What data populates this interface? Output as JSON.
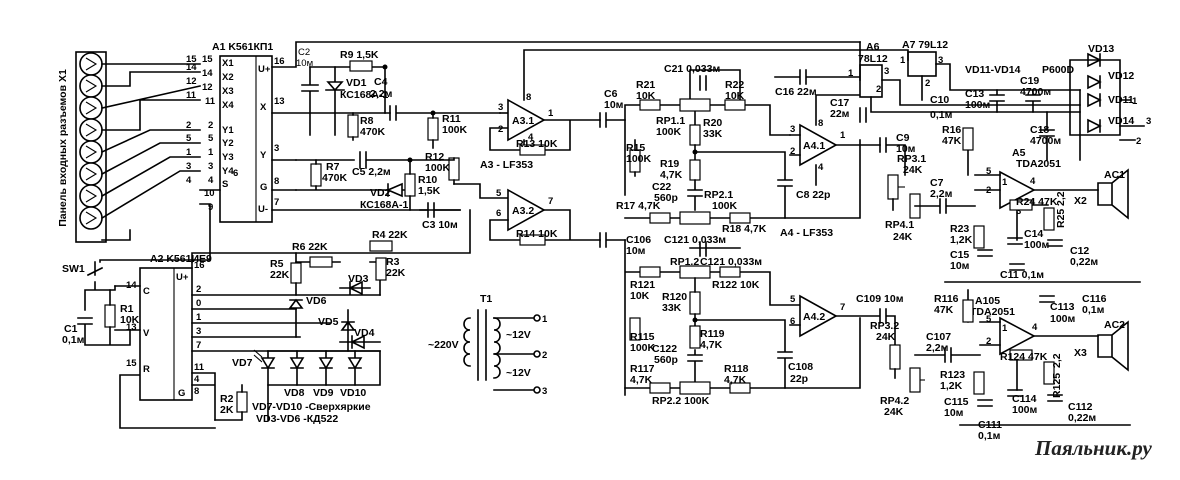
{
  "connector": {
    "title": "Панель входных разъемов X1",
    "pins": [
      "15",
      "14",
      "12",
      "11",
      "2",
      "5",
      "1",
      "3",
      "4"
    ]
  },
  "chips": {
    "a1": {
      "name": "A1 K561КП1",
      "pins_left": [
        "X1",
        "X2",
        "X3",
        "X4",
        "Y1",
        "Y2",
        "Y3",
        "Y4",
        "S"
      ],
      "pins_right": [
        "U+",
        "X",
        "Y",
        "G",
        "U-"
      ],
      "pin_nums_left": [
        "15",
        "14",
        "12",
        "11",
        "2",
        "5",
        "1",
        "3",
        "4",
        "10",
        "9"
      ],
      "pin_nums_right": [
        "16",
        "13",
        "3",
        "8",
        "7"
      ],
      "pin6": "6"
    },
    "a2": {
      "name": "A2 K561ИЕ9",
      "pins_left": [
        "C",
        "V",
        "R"
      ],
      "pins_right": [
        "U+",
        "G"
      ],
      "pin_nums_left": [
        "14",
        "13",
        "15"
      ],
      "pin_nums_right": [
        "16",
        "2",
        "0",
        "1",
        "3",
        "7",
        "11",
        "4",
        "8"
      ]
    },
    "a3": {
      "name": "A3 - LF353",
      "u1": "A3.1",
      "u2": "A3.2",
      "pins": [
        "3",
        "2",
        "8",
        "1",
        "4",
        "5",
        "6",
        "7"
      ]
    },
    "a4": {
      "name": "A4 - LF353",
      "u1": "A4.1",
      "u2": "A4.2",
      "pins": [
        "3",
        "2",
        "8",
        "1",
        "4",
        "5",
        "6",
        "7"
      ]
    },
    "a5": {
      "name": "A5",
      "part": "TDA2051",
      "pins": [
        "5",
        "2",
        "1",
        "4",
        "3"
      ]
    },
    "a105": {
      "name": "A105",
      "part": "TDA2051",
      "pins": [
        "5",
        "2",
        "1",
        "4",
        "3"
      ]
    },
    "a6": {
      "name": "A6",
      "part": "78L12",
      "pins": [
        "1",
        "2",
        "3"
      ]
    },
    "a7": {
      "name": "A7 79L12",
      "pins": [
        "1",
        "2",
        "3"
      ]
    }
  },
  "components": {
    "r9": "R9 1,5K",
    "vd1": "VD1",
    "vd1_part": "КС168А-1",
    "c2": "C2",
    "c2_val": "10м",
    "c4": "C4",
    "c4_val": "2,2м",
    "r8": "R8",
    "r8_val": "470K",
    "r11": "R11",
    "r11_val": "100K",
    "r7": "R7",
    "r7_val": "470K",
    "c5": "C5 2,2м",
    "r12": "R12",
    "r12_val": "100K",
    "r10": "R10",
    "r10_val": "1,5K",
    "vd2": "VD2",
    "vd2_part": "КС168А-1",
    "c3": "C3 10м",
    "r13": "R13 10K",
    "r14": "R14 10K",
    "c6": "C6",
    "c6_val": "10м",
    "c106": "C106",
    "c106_val": "10м",
    "c21": "C21 0,033м",
    "r21": "R21",
    "r21_val": "10K",
    "r22": "R22",
    "r22_val": "10K",
    "rp11": "RP1.1",
    "rp11_val": "100K",
    "r20": "R20",
    "r20_val": "33K",
    "r15": "R15",
    "r15_val": "100K",
    "r19": "R19",
    "r19_val": "4,7K",
    "c22": "C22",
    "c22_val": "560p",
    "rp21": "RP2.1",
    "rp21_val": "100K",
    "r17": "R17 4,7K",
    "r18": "R18 4,7K",
    "c8": "C8 22p",
    "c16": "C16 22м",
    "c17": "C17",
    "c17_val": "22м",
    "c9": "C9",
    "c9_val": "10м",
    "rp31": "RP3.1",
    "rp31_val": "24K",
    "rp41": "RP4.1",
    "rp41_val": "24K",
    "c7": "C7",
    "c7_val": "2,2м",
    "r16": "R16",
    "r16_val": "47K",
    "r24": "R24 47K",
    "r23": "R23",
    "r23_val": "1,2K",
    "r25": "R25",
    "r25_val": "2,2",
    "c14": "C14",
    "c14_val": "100м",
    "c15": "C15",
    "c15_val": "10м",
    "c11": "C11 0,1м",
    "c12": "C12",
    "c12_val": "0,22м",
    "x2": "X2",
    "ac1": "AC1",
    "c10": "C10",
    "c10_val": "0,1м",
    "c13": "C13",
    "c13_val": "100м",
    "c19": "C19",
    "c19_val": "4700м",
    "c18": "C18",
    "c18_val": "4700м",
    "vd1114": "VD11-VD14",
    "p600d": "P600D",
    "vd11": "VD11",
    "vd12": "VD12",
    "vd13": "VD13",
    "vd14": "VD14",
    "c121": "C121 0,033м",
    "rp12": "RP1.2",
    "r121": "R121",
    "r121_val": "10K",
    "r122": "R122 10K",
    "r120": "R120",
    "r120_val": "33K",
    "r115": "R115",
    "r115_val": "100K",
    "r119": "R119",
    "r119_val": "4,7K",
    "c122": "C122",
    "c122_val": "560p",
    "r117": "R117",
    "r117_val": "4,7K",
    "r118": "R118",
    "r118_val": "4,7K",
    "rp22": "RP2.2 100K",
    "c108": "C108",
    "c108_val": "22p",
    "c109": "C109 10м",
    "rp32": "RP3.2",
    "rp32_val": "24K",
    "rp42": "RP4.2",
    "rp42_val": "24K",
    "c107": "C107",
    "c107_val": "2,2м",
    "r116": "R116",
    "r116_val": "47K",
    "c113": "C113",
    "c113_val": "100м",
    "c116": "C116",
    "c116_val": "0,1м",
    "r124": "R124 47K",
    "r123": "R123",
    "r123_val": "1,2K",
    "r125": "R125",
    "r125_val": "2,2",
    "c114": "C114",
    "c114_val": "100м",
    "c115": "C115",
    "c115_val": "10м",
    "c111": "C111",
    "c111_val": "0,1м",
    "c112": "C112",
    "c112_val": "0,22м",
    "x3": "X3",
    "ac2": "AC2",
    "sw1": "SW1",
    "r1": "R1",
    "r1_val": "10K",
    "c1": "C1",
    "c1_val": "0,1м",
    "r6": "R6 22K",
    "r4": "R4 22K",
    "r5": "R5",
    "r5_val": "22K",
    "r3": "R3",
    "r3_val": "22K",
    "r2": "R2",
    "r2_val": "2K",
    "vd6": "VD6",
    "vd5": "VD5",
    "vd3": "VD3",
    "vd4": "VD4",
    "vd7": "VD7",
    "vd8": "VD8",
    "vd9": "VD9",
    "vd10": "VD10",
    "note1": "VD7-VD10 -Сверхяркие",
    "note2": "VD3-VD6 -КД522",
    "t1": "T1",
    "mains": "~220V",
    "sec1": "~12V",
    "sec2": "~12V",
    "t_pins": [
      "1",
      "2",
      "3"
    ],
    "pin_plus": "+",
    "n1": "1",
    "n2": "2",
    "n3": "3"
  },
  "watermark": "Паяльник.ру"
}
